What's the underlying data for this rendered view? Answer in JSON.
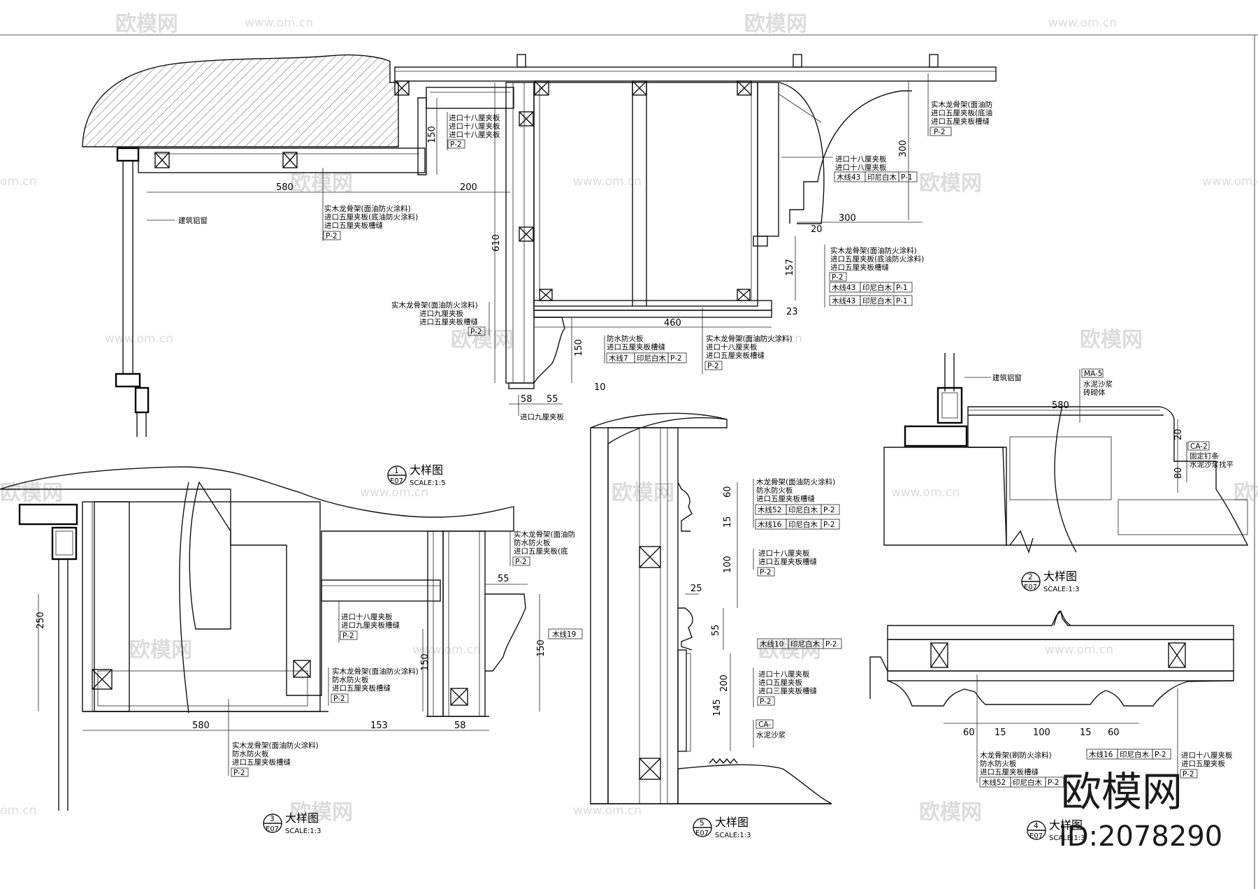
{
  "watermark": {
    "brand": "欧模网",
    "site": "www.om.cn",
    "short": "om.cn"
  },
  "corner_brand": {
    "name": "欧模网",
    "id": "ID:2078290"
  },
  "details": [
    {
      "number": "1",
      "sheet": "E07",
      "title": "大样图",
      "scale": "SCALE:1:5"
    },
    {
      "number": "2",
      "sheet": "E07",
      "title": "大样图",
      "scale": "SCALE:1:3"
    },
    {
      "number": "3",
      "sheet": "E07",
      "title": "大样图",
      "scale": "SCALE:1:3"
    },
    {
      "number": "4",
      "sheet": "E07",
      "title": "大样图",
      "scale": "SCALE:1:3"
    },
    {
      "number": "5",
      "sheet": "E07",
      "title": "大样图",
      "scale": "SCALE:1:3"
    }
  ],
  "d1": {
    "dims": [
      "580",
      "200",
      "150",
      "300",
      "20",
      "300",
      "610",
      "157",
      "23",
      "460",
      "150",
      "10",
      "58",
      "55"
    ],
    "window": "建筑铝窗",
    "note_a": [
      "进口十八厘夹板",
      "进口十八厘夹板",
      "进口十八厘夹板",
      "P-2"
    ],
    "note_b": [
      "实木龙骨架(面油防火涂料)",
      "进口五厘夹板(底油防火涂料)",
      "进口五厘夹板槽缝",
      "P-2"
    ],
    "note_c": [
      "实木龙骨架(面油防",
      "进口五厘夹板(底油",
      "进口五厘夹板槽缝",
      "P-2"
    ],
    "note_d": [
      "进口十八厘夹板",
      "进口十八厘夹板"
    ],
    "note_d_tag": [
      "木线43",
      "印尼白木",
      "P-1"
    ],
    "note_e": [
      "实木龙骨架(面油防火涂料)",
      "进口五厘夹板(底油防火涂料)",
      "进口五厘夹板槽缝",
      "P-2"
    ],
    "note_e_tag1": [
      "木线43",
      "印尼白木",
      "P-1"
    ],
    "note_e_tag2": [
      "木线43",
      "印尼白木",
      "P-1"
    ],
    "note_f": [
      "实木龙骨架(面油防火涂料)",
      "进口九厘夹板",
      "进口五厘夹板槽缝",
      "P-2"
    ],
    "note_g": [
      "防水防火板",
      "进口五厘夹板槽缝"
    ],
    "note_g_tag": [
      "木线7",
      "印尼白木",
      "P-2"
    ],
    "note_h": [
      "实木龙骨架(面油防火涂料)",
      "进口十八厘夹板",
      "进口五厘夹板槽缝",
      "P-2"
    ],
    "note_bottom": "进口九厘夹板"
  },
  "d2": {
    "dims": [
      "580",
      "20",
      "80"
    ],
    "window": "建筑铝窗",
    "note_a": [
      "MA-5",
      "水泥沙浆",
      "砖砌体"
    ],
    "note_b": [
      "CA-2",
      "固定钉条",
      "水泥沙浆找平"
    ]
  },
  "d3": {
    "dims": [
      "250",
      "55",
      "150",
      "150",
      "580",
      "153",
      "58"
    ],
    "note_a": [
      "实木龙骨架(面油防",
      "防水防火板",
      "进口五厘夹板(底",
      "P-2"
    ],
    "note_b": [
      "进口十八厘夹板",
      "进口九厘夹板槽缝",
      "P-2"
    ],
    "note_c": [
      "实木龙骨架(面油防火涂料)",
      "防水防火板",
      "进口五厘夹板槽缝",
      "P-2"
    ],
    "note_d": [
      "实木龙骨架(面油防火涂料)",
      "防水防火板",
      "进口五厘夹板槽缝",
      "P-2"
    ],
    "tag": "木线19"
  },
  "d4": {
    "dims": [
      "60",
      "15",
      "100",
      "15",
      "60"
    ],
    "note_a": [
      "木龙骨架(刷防火涂料)",
      "防水防火板",
      "进口五厘夹板槽缝"
    ],
    "note_a_tag1": [
      "木线16",
      "印尼白木",
      "P-2"
    ],
    "note_a_tag2": [
      "木线52",
      "印尼白木",
      "P-2"
    ],
    "note_b": [
      "进口十八厘夹板",
      "进口五厘夹板",
      "P-2"
    ]
  },
  "d5": {
    "dims": [
      "60",
      "15",
      "100",
      "25",
      "55",
      "200",
      "145"
    ],
    "note_a": [
      "木龙骨架(面油防火涂料)",
      "防水防火板",
      "进口五厘夹板槽缝"
    ],
    "note_a_tag1": [
      "木线52",
      "印尼白木",
      "P-2"
    ],
    "note_a_tag2": [
      "木线16",
      "印尼白木",
      "P-2"
    ],
    "note_b": [
      "进口十八厘夹板",
      "进口五厘夹板槽缝",
      "P-2"
    ],
    "note_c_tag": [
      "木线10",
      "印尼白木",
      "P-2"
    ],
    "note_d": [
      "进口十八厘夹板",
      "进口五厘夹板",
      "进口三厘夹板槽缝",
      "P-2"
    ],
    "note_e": [
      "CA-",
      "水泥沙浆"
    ]
  }
}
